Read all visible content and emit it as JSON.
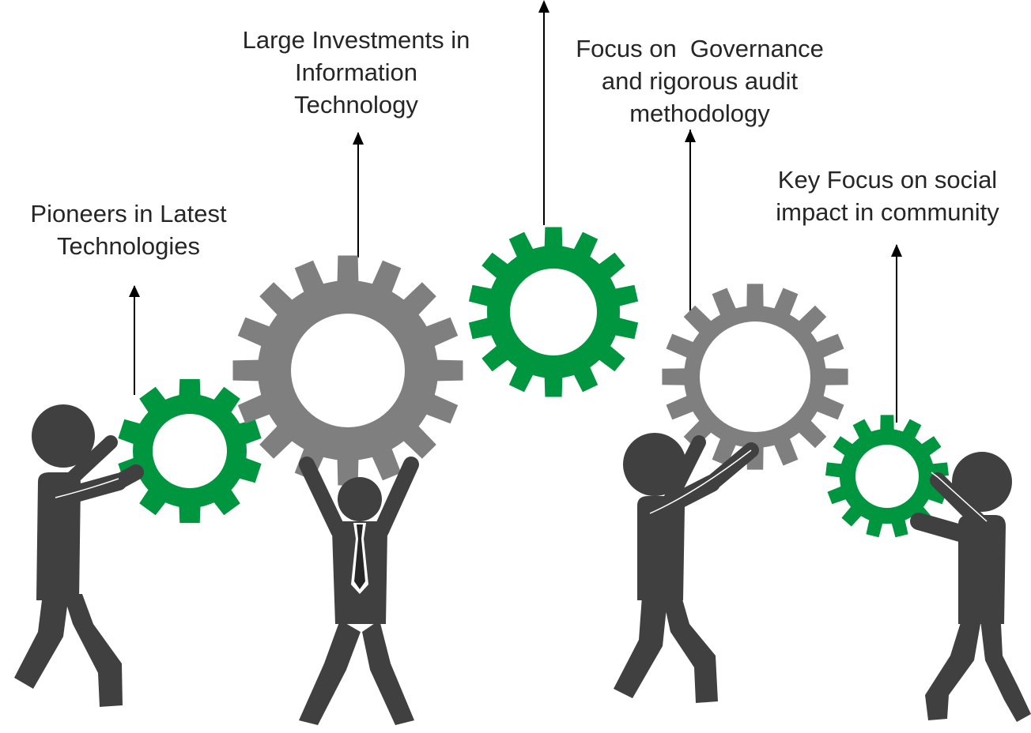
{
  "labels": [
    {
      "id": "label-1",
      "lines": [
        "Pioneers in Latest",
        "Technologies"
      ]
    },
    {
      "id": "label-2",
      "lines": [
        "Large Investments in",
        "Information",
        "Technology"
      ]
    },
    {
      "id": "label-3",
      "lines": [
        "Focus on  Governance",
        "and rigorous audit",
        "methodology"
      ]
    },
    {
      "id": "label-4",
      "lines": [
        "Key Focus on social",
        "impact in community"
      ]
    }
  ],
  "colors": {
    "green_gear": "#00953F",
    "grey_gear": "#7F7F7F",
    "figure": "#404040",
    "text": "#262626",
    "arrow": "#000000"
  },
  "icons": [
    "gear-icon",
    "person-icon",
    "arrow-up-icon"
  ]
}
